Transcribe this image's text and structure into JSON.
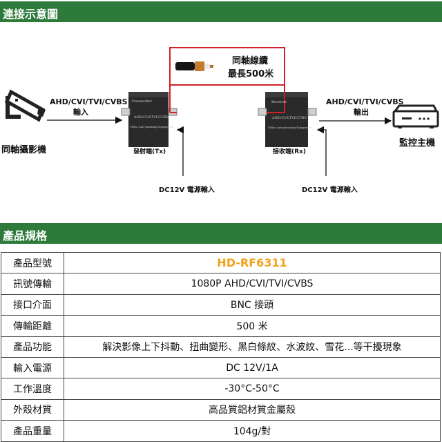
{
  "section1": {
    "title": "連接示意圖"
  },
  "section2": {
    "title": "產品規格"
  },
  "diagram": {
    "camera_label": "同軸攝影機",
    "input_signal_line1": "AHD/CVI/TVI/CVBS",
    "input_signal_line2": "輸入",
    "cable_line1": "同軸線纜",
    "cable_line2": "最長500米",
    "tx_label": "發射端(Tx)",
    "rx_label": "接收端(Rx)",
    "tx_face_1": "Transmitter",
    "tx_face_2": "AHD/CVI/TVI/CVBS",
    "tx_face_3": "Video Anti-jamming Equipment",
    "rx_face_1": "Receiver",
    "rx_face_2": "AHD/CVI/TVI/CVBS",
    "rx_face_3": "Video Anti-jamming Equipment",
    "output_signal_line1": "AHD/CVI/TVI/CVBS",
    "output_signal_line2": "輸出",
    "dvr_label": "監控主機",
    "tx_power": "DC12V 電源輸入",
    "rx_power": "DC12V 電源輸入"
  },
  "specs": [
    {
      "key": "產品型號",
      "value": "HD-RF6311"
    },
    {
      "key": "訊號傳輸",
      "value": "1080P AHD/CVI/TVI/CVBS"
    },
    {
      "key": "接口介面",
      "value": "BNC 接頭"
    },
    {
      "key": "傳輸距離",
      "value": "500 米"
    },
    {
      "key": "產品功能",
      "value": "解決影像上下抖動、扭曲變形、黑白條紋、水波紋、雪花...等干擾現象"
    },
    {
      "key": "輸入電源",
      "value": "DC 12V/1A"
    },
    {
      "key": "工作溫度",
      "value": "-30°C-50°C"
    },
    {
      "key": "外殼材質",
      "value": "高品質鋁材質金屬殼"
    },
    {
      "key": "產品重量",
      "value": "104g/對"
    }
  ],
  "colors": {
    "header_green": "#2d7a3a",
    "cable_red": "#d0202a",
    "model_orange": "#f0a21a"
  }
}
